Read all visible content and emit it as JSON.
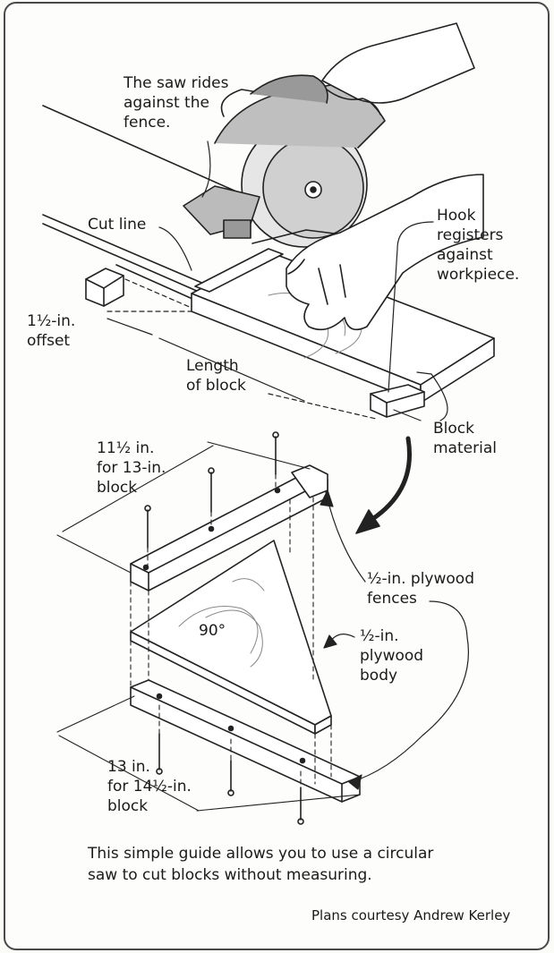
{
  "labels": {
    "saw_rides": "The saw rides\nagainst the\nfence.",
    "cut_line": "Cut line",
    "hook": "Hook\nregisters\nagainst\nworkpiece.",
    "offset": "1½-in.\noffset",
    "length_of_block": "Length\nof block",
    "block_material": "Block\nmaterial",
    "eleven_half": "11½ in.\nfor 13-in.\nblock",
    "ply_fences": "½-in. plywood\nfences",
    "angle": "90°",
    "ply_body": "½-in.\nplywood\nbody",
    "thirteen": "13 in.\nfor 14½-in.\nblock"
  },
  "caption": "This simple guide allows you to use a circular\nsaw to cut blocks without measuring.",
  "credit": "Plans courtesy Andrew Kerley"
}
